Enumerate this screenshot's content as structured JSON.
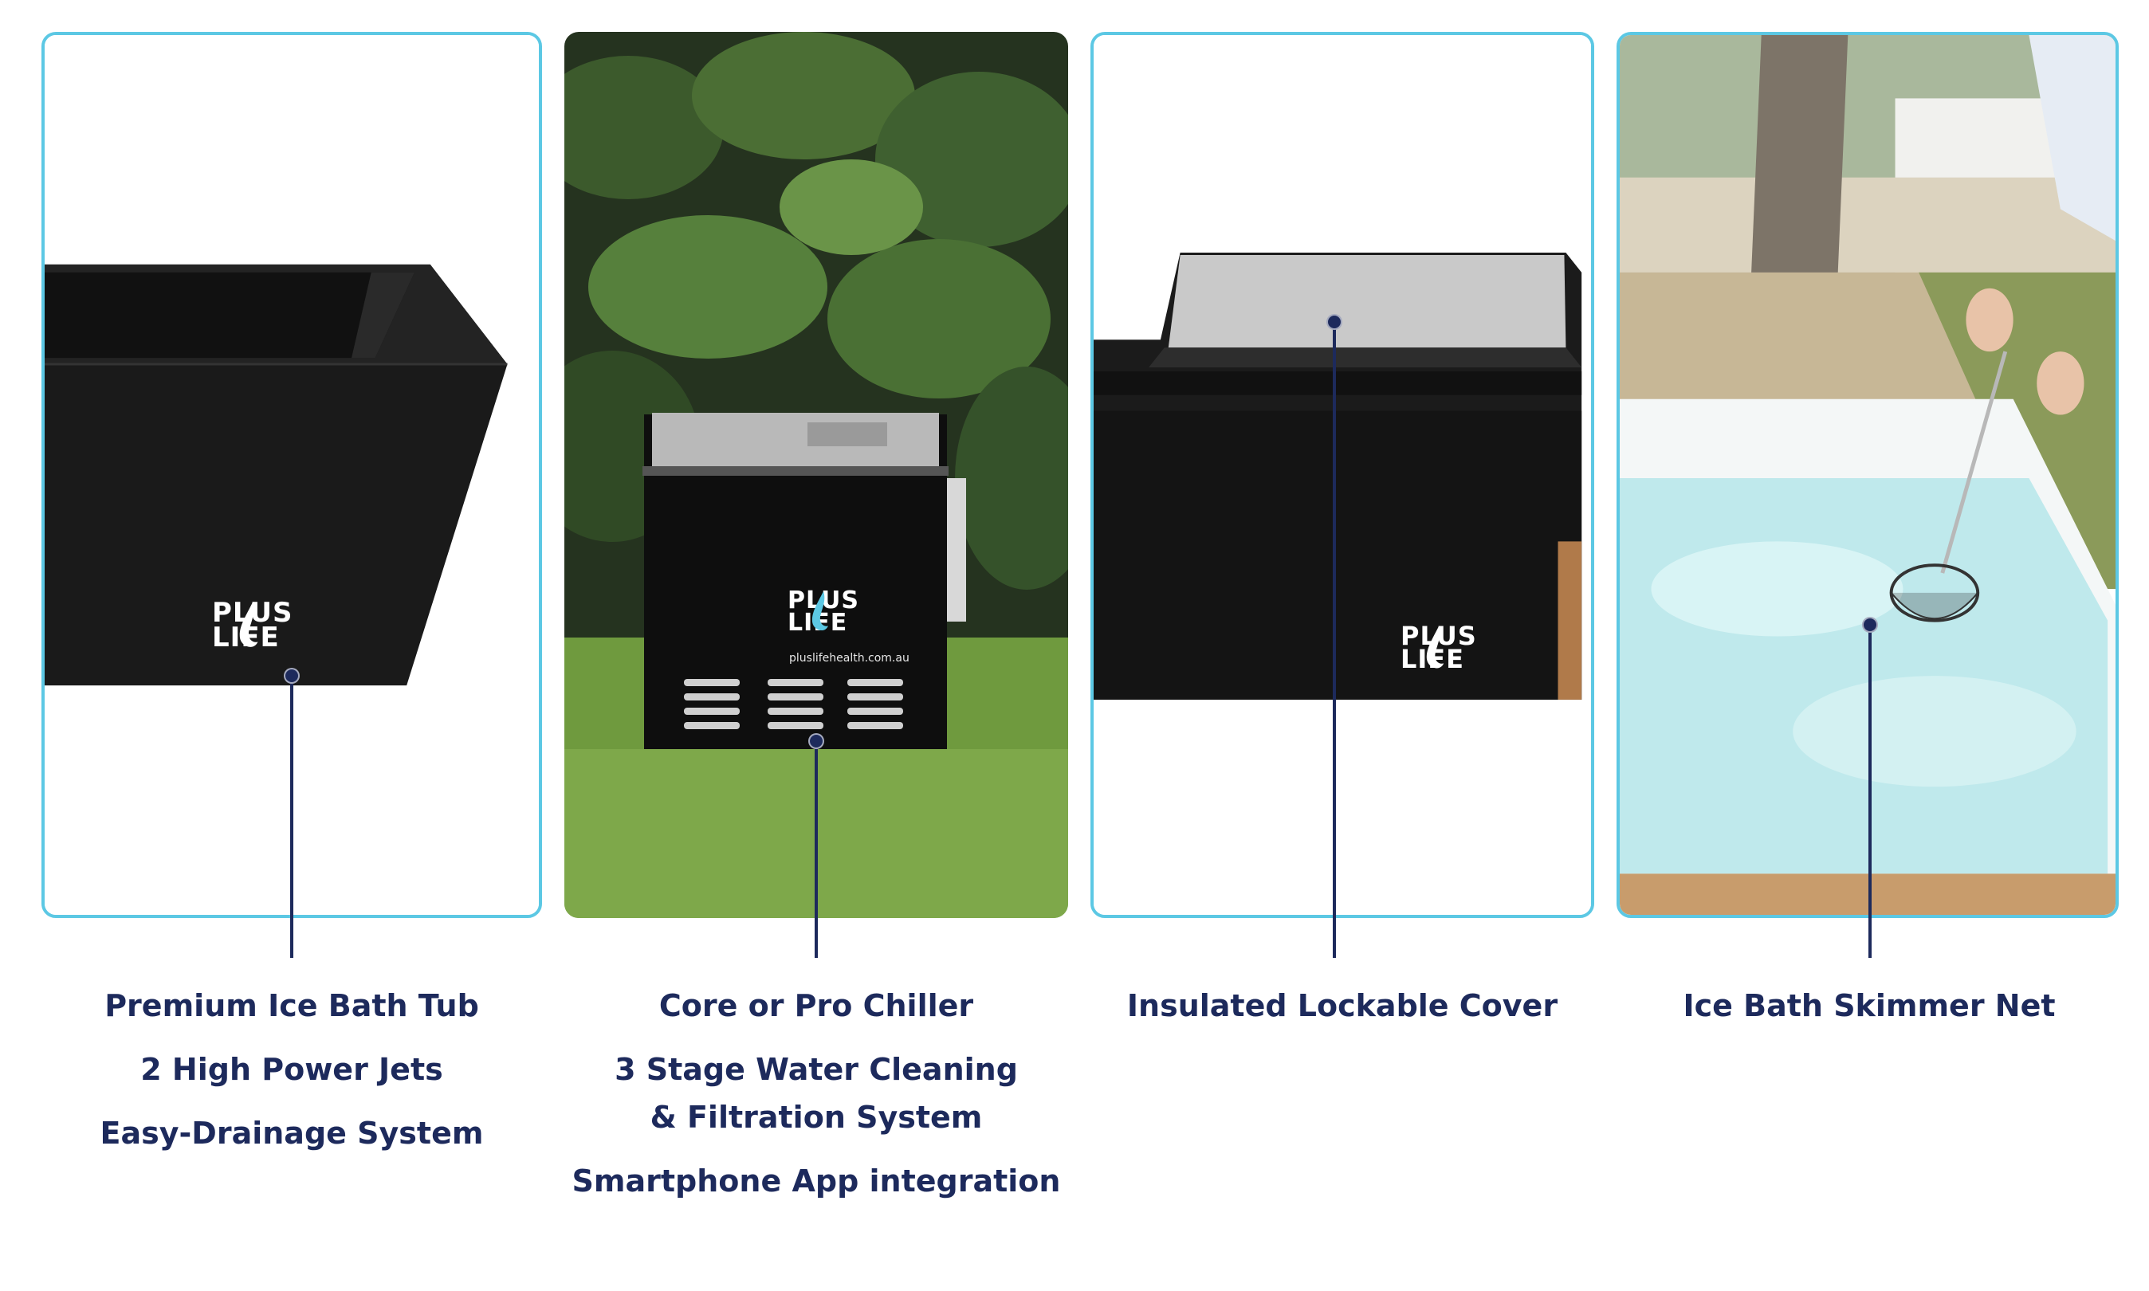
{
  "brand": {
    "logo_line1": "PLUS",
    "logo_line2": "LIFE",
    "website": "pluslifehealth.com.au"
  },
  "colors": {
    "panel_border": "#5cc8e4",
    "text_navy": "#1d2a5c",
    "background": "#ffffff"
  },
  "panels": [
    {
      "image": "black-ice-bath-tub",
      "captions": [
        "Premium Ice Bath Tub",
        "2 High Power Jets",
        "Easy-Drainage System"
      ]
    },
    {
      "image": "chiller-unit-on-grass",
      "captions": [
        "Core or Pro Chiller",
        "3 Stage Water Cleaning",
        "& Filtration System",
        "Smartphone App integration"
      ]
    },
    {
      "image": "tub-with-lockable-cover",
      "captions": [
        "Insulated Lockable Cover"
      ]
    },
    {
      "image": "white-tub-with-skimmer-net",
      "captions": [
        "Ice Bath Skimmer Net"
      ]
    }
  ]
}
